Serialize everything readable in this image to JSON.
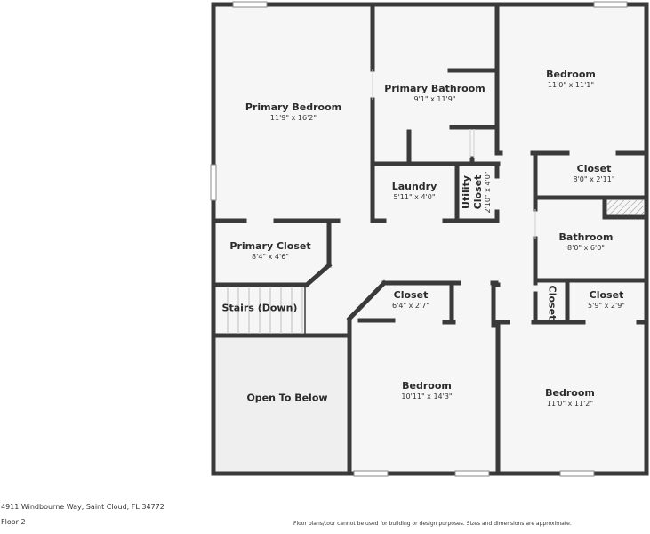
{
  "floorplan": {
    "colors": {
      "wall": "#3a3a3a",
      "floor": "#f6f6f6",
      "open_to_below": "#efefef",
      "background": "#ffffff",
      "text": "#2b2b2b"
    },
    "rooms": [
      {
        "id": "primary-bedroom",
        "name": "Primary Bedroom",
        "dims": "11'9\" x 16'2\""
      },
      {
        "id": "primary-bathroom",
        "name": "Primary Bathroom",
        "dims": "9'1\" x 11'9\""
      },
      {
        "id": "bedroom-ne",
        "name": "Bedroom",
        "dims": "11'0\" x 11'1\""
      },
      {
        "id": "closet-ne",
        "name": "Closet",
        "dims": "8'0\" x 2'11\""
      },
      {
        "id": "laundry",
        "name": "Laundry",
        "dims": "5'11\" x 4'0\""
      },
      {
        "id": "utility-closet",
        "name": "Utility Closet",
        "name_line1": "Utility",
        "name_line2": "Closet",
        "dims": "2'10\" x 4'0\""
      },
      {
        "id": "bathroom",
        "name": "Bathroom",
        "dims": "8'0\" x 6'0\""
      },
      {
        "id": "primary-closet",
        "name": "Primary Closet",
        "dims": "8'4\" x 4'6\""
      },
      {
        "id": "stairs",
        "name": "Stairs (Down)",
        "dims": ""
      },
      {
        "id": "closet-mid",
        "name": "Closet",
        "dims": "6'4\" x 2'7\""
      },
      {
        "id": "closet-small-vertical",
        "name": "Closet",
        "dims": ""
      },
      {
        "id": "closet-se",
        "name": "Closet",
        "dims": "5'9\" x 2'9\""
      },
      {
        "id": "open-to-below",
        "name": "Open To Below",
        "dims": ""
      },
      {
        "id": "bedroom-sw",
        "name": "Bedroom",
        "dims": "10'11\" x 14'3\""
      },
      {
        "id": "bedroom-se",
        "name": "Bedroom",
        "dims": "11'0\" x 11'2\""
      }
    ]
  },
  "footer": {
    "address": "4911 Windbourne Way, Saint Cloud, FL 34772",
    "floor": "Floor 2",
    "disclaimer": "Floor plans/tour cannot be used for building or design purposes. Sizes and dimensions are approximate."
  }
}
